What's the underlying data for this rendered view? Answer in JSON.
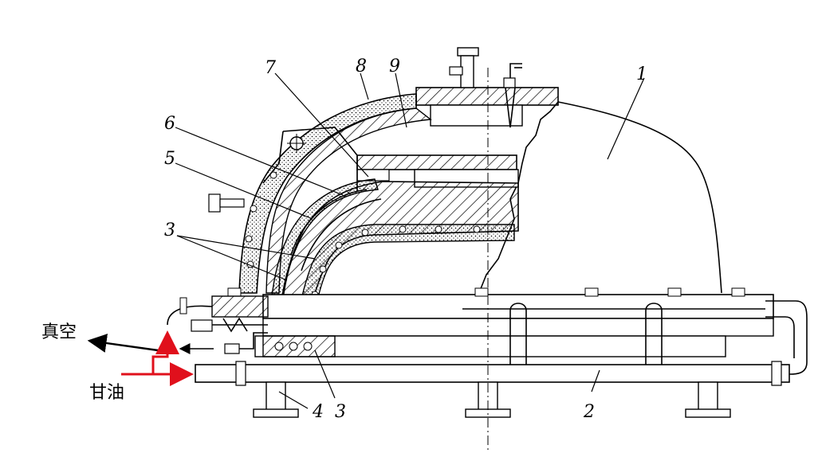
{
  "labels": {
    "part_1": "1",
    "part_2": "2",
    "part_3_top": "3",
    "part_3_bottom": "3",
    "part_4": "4",
    "part_5": "5",
    "part_6": "6",
    "part_7": "7",
    "part_8": "8",
    "part_9": "9",
    "vacuum": "真空",
    "glycerin": "甘油"
  },
  "colors": {
    "line": "#000000",
    "glycerin_flow": "#e0101c",
    "hatch_bg": "#ffffff"
  }
}
